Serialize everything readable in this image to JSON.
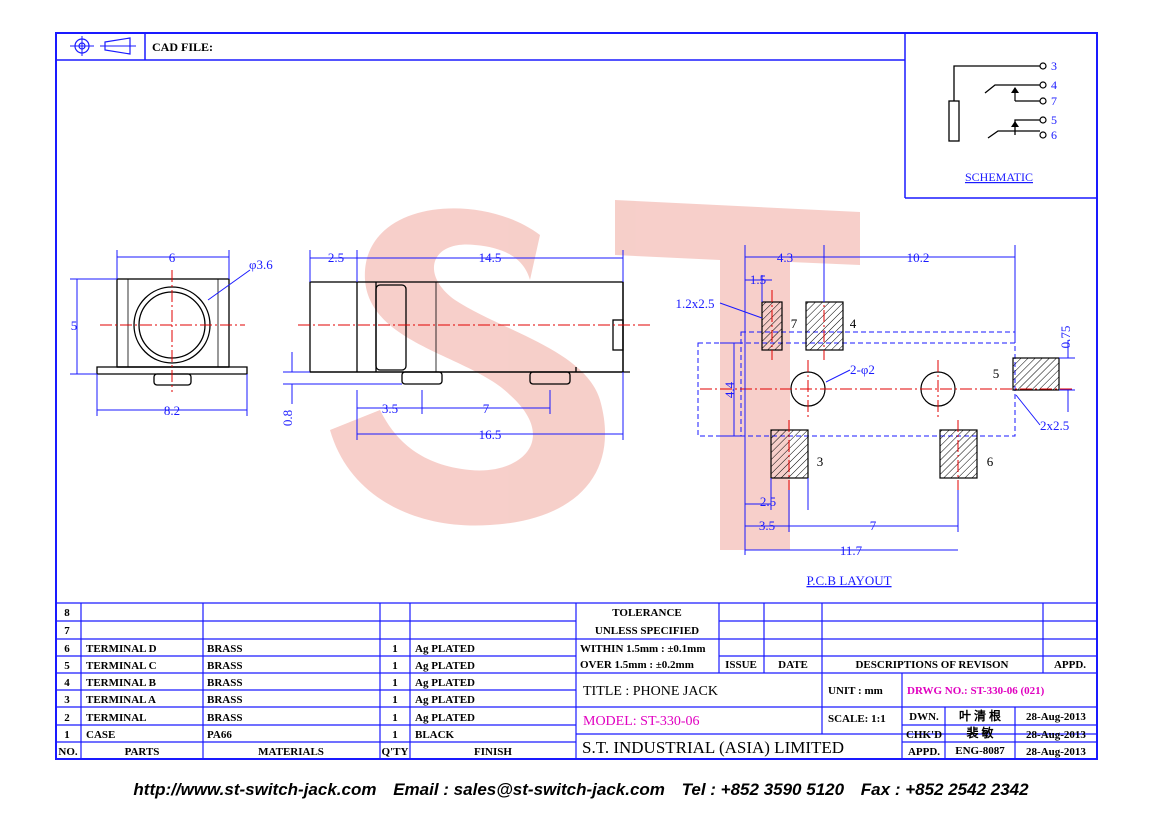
{
  "header": {
    "cad_file_label": "CAD FILE:"
  },
  "schematic": {
    "title": "SCHEMATIC",
    "pins": [
      "3",
      "4",
      "7",
      "5",
      "6"
    ]
  },
  "pcb": {
    "title": "P.C.B LAYOUT",
    "dims": {
      "d43": "4.3",
      "d102": "10.2",
      "d15": "1.5",
      "d12x25": "1.2x2.5",
      "d075": "0.75",
      "d44": "4.4",
      "d2phi2": "2-φ2",
      "d2x25": "2x2.5",
      "d25": "2.5",
      "d35": "3.5",
      "d7": "7",
      "d117": "11.7"
    },
    "pins": {
      "p7": "7",
      "p4": "4",
      "p5": "5",
      "p3": "3",
      "p6": "6"
    }
  },
  "front_view": {
    "dims": {
      "w6": "6",
      "dia": "φ3.6",
      "h5": "5",
      "w82": "8.2"
    }
  },
  "side_view": {
    "dims": {
      "d25": "2.5",
      "d145": "14.5",
      "d08": "0.8",
      "d35": "3.5",
      "d7": "7",
      "d165": "16.5"
    }
  },
  "parts_table": {
    "headers": {
      "no": "NO.",
      "parts": "PARTS",
      "materials": "MATERIALS",
      "qty": "Q'TY",
      "finish": "FINISH"
    },
    "rows": [
      {
        "no": "8",
        "part": "",
        "material": "",
        "qty": "",
        "finish": ""
      },
      {
        "no": "7",
        "part": "",
        "material": "",
        "qty": "",
        "finish": ""
      },
      {
        "no": "6",
        "part": "TERMINAL D",
        "material": "BRASS",
        "qty": "1",
        "finish": "Ag PLATED"
      },
      {
        "no": "5",
        "part": "TERMINAL C",
        "material": "BRASS",
        "qty": "1",
        "finish": "Ag PLATED"
      },
      {
        "no": "4",
        "part": "TERMINAL B",
        "material": "BRASS",
        "qty": "1",
        "finish": "Ag PLATED"
      },
      {
        "no": "3",
        "part": "TERMINAL A",
        "material": "BRASS",
        "qty": "1",
        "finish": "Ag PLATED"
      },
      {
        "no": "2",
        "part": "TERMINAL",
        "material": "BRASS",
        "qty": "1",
        "finish": "Ag PLATED"
      },
      {
        "no": "1",
        "part": "CASE",
        "material": "PA66",
        "qty": "1",
        "finish": "BLACK"
      }
    ]
  },
  "tolerance": {
    "line1": "TOLERANCE",
    "line2": "UNLESS  SPECIFIED",
    "line3": "WITHIN  1.5mm : ±0.1mm",
    "line4": "OVER   1.5mm : ±0.2mm"
  },
  "revision": {
    "issue": "ISSUE",
    "date": "DATE",
    "desc": "DESCRIPTIONS  OF  REVISON",
    "appd": "APPD."
  },
  "title_block": {
    "title": "TITLE : PHONE JACK",
    "unit": "UNIT :   mm",
    "drwg": "DRWG NO.: ST-330-06 (021)",
    "model": "MODEL: ST-330-06",
    "scale": "SCALE:   1:1",
    "company": "S.T.  INDUSTRIAL  (ASIA)  LIMITED",
    "dwn_label": "DWN.",
    "dwn_name": "叶 清 根",
    "dwn_date": "28-Aug-2013",
    "chk_label": "CHK'D",
    "chk_name": "裴 敏",
    "chk_date": "28-Aug-2013",
    "appd_label": "APPD.",
    "appd_name": "ENG-8087",
    "appd_date": "28-Aug-2013"
  },
  "footer": {
    "web": "http://www.st-switch-jack.com",
    "email": "Email : sales@st-switch-jack.com",
    "tel": "Tel : +852 3590 5120",
    "fax": "Fax : +852 2542 2342"
  },
  "colors": {
    "blue": "#1a1aff",
    "red": "#e00000",
    "magenta": "#e000c0",
    "watermark": "#f2b8b0"
  }
}
